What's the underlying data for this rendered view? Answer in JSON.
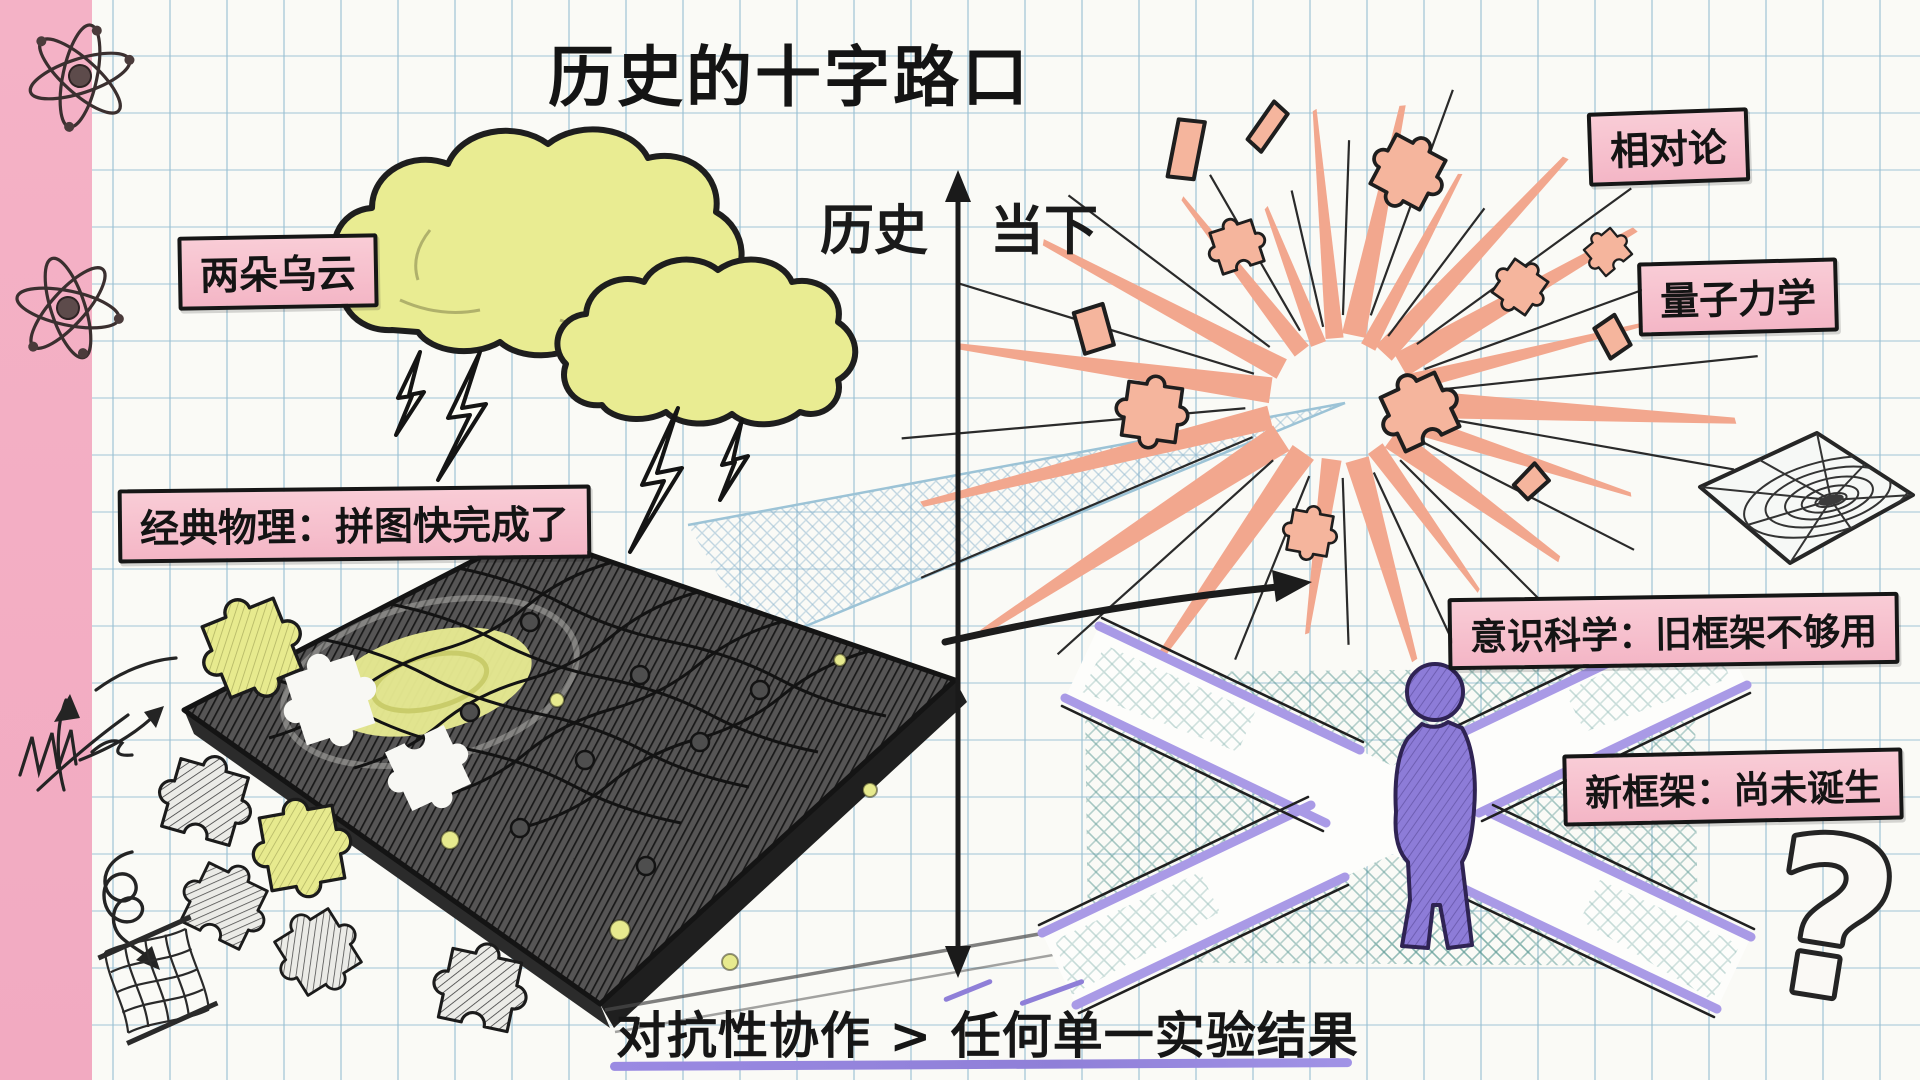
{
  "title": "历史的十字路口",
  "axis": {
    "left": "历史",
    "right": "当下"
  },
  "callouts": {
    "two_dark_clouds": "两朵乌云",
    "classical_physics": "经典物理：拼图快完成了",
    "relativity": "相对论",
    "quantum_mechanics": "量子力学",
    "consciousness_science": "意识科学：旧框架不够用",
    "new_framework": "新框架：尚未诞生"
  },
  "footer": {
    "slogan": "对抗性协作 > 任何单一实验结果"
  },
  "decorations": {
    "question_mark": "?"
  },
  "colors": {
    "paper": "#fafaf6",
    "grid_line": "#bcd4e0",
    "margin_strip_pink": "#f3aec4",
    "callout_pink": "#f7c3cf",
    "cloud_yellow_green": "#e9ec92",
    "burst_salmon": "#f2a78e",
    "road_purple": "#a99ae6",
    "person_purple": "#8d7cd8",
    "underline_purple": "#8f7fd8",
    "hatch_teal": "#5f948f",
    "ink_black": "#1a1a1a"
  }
}
